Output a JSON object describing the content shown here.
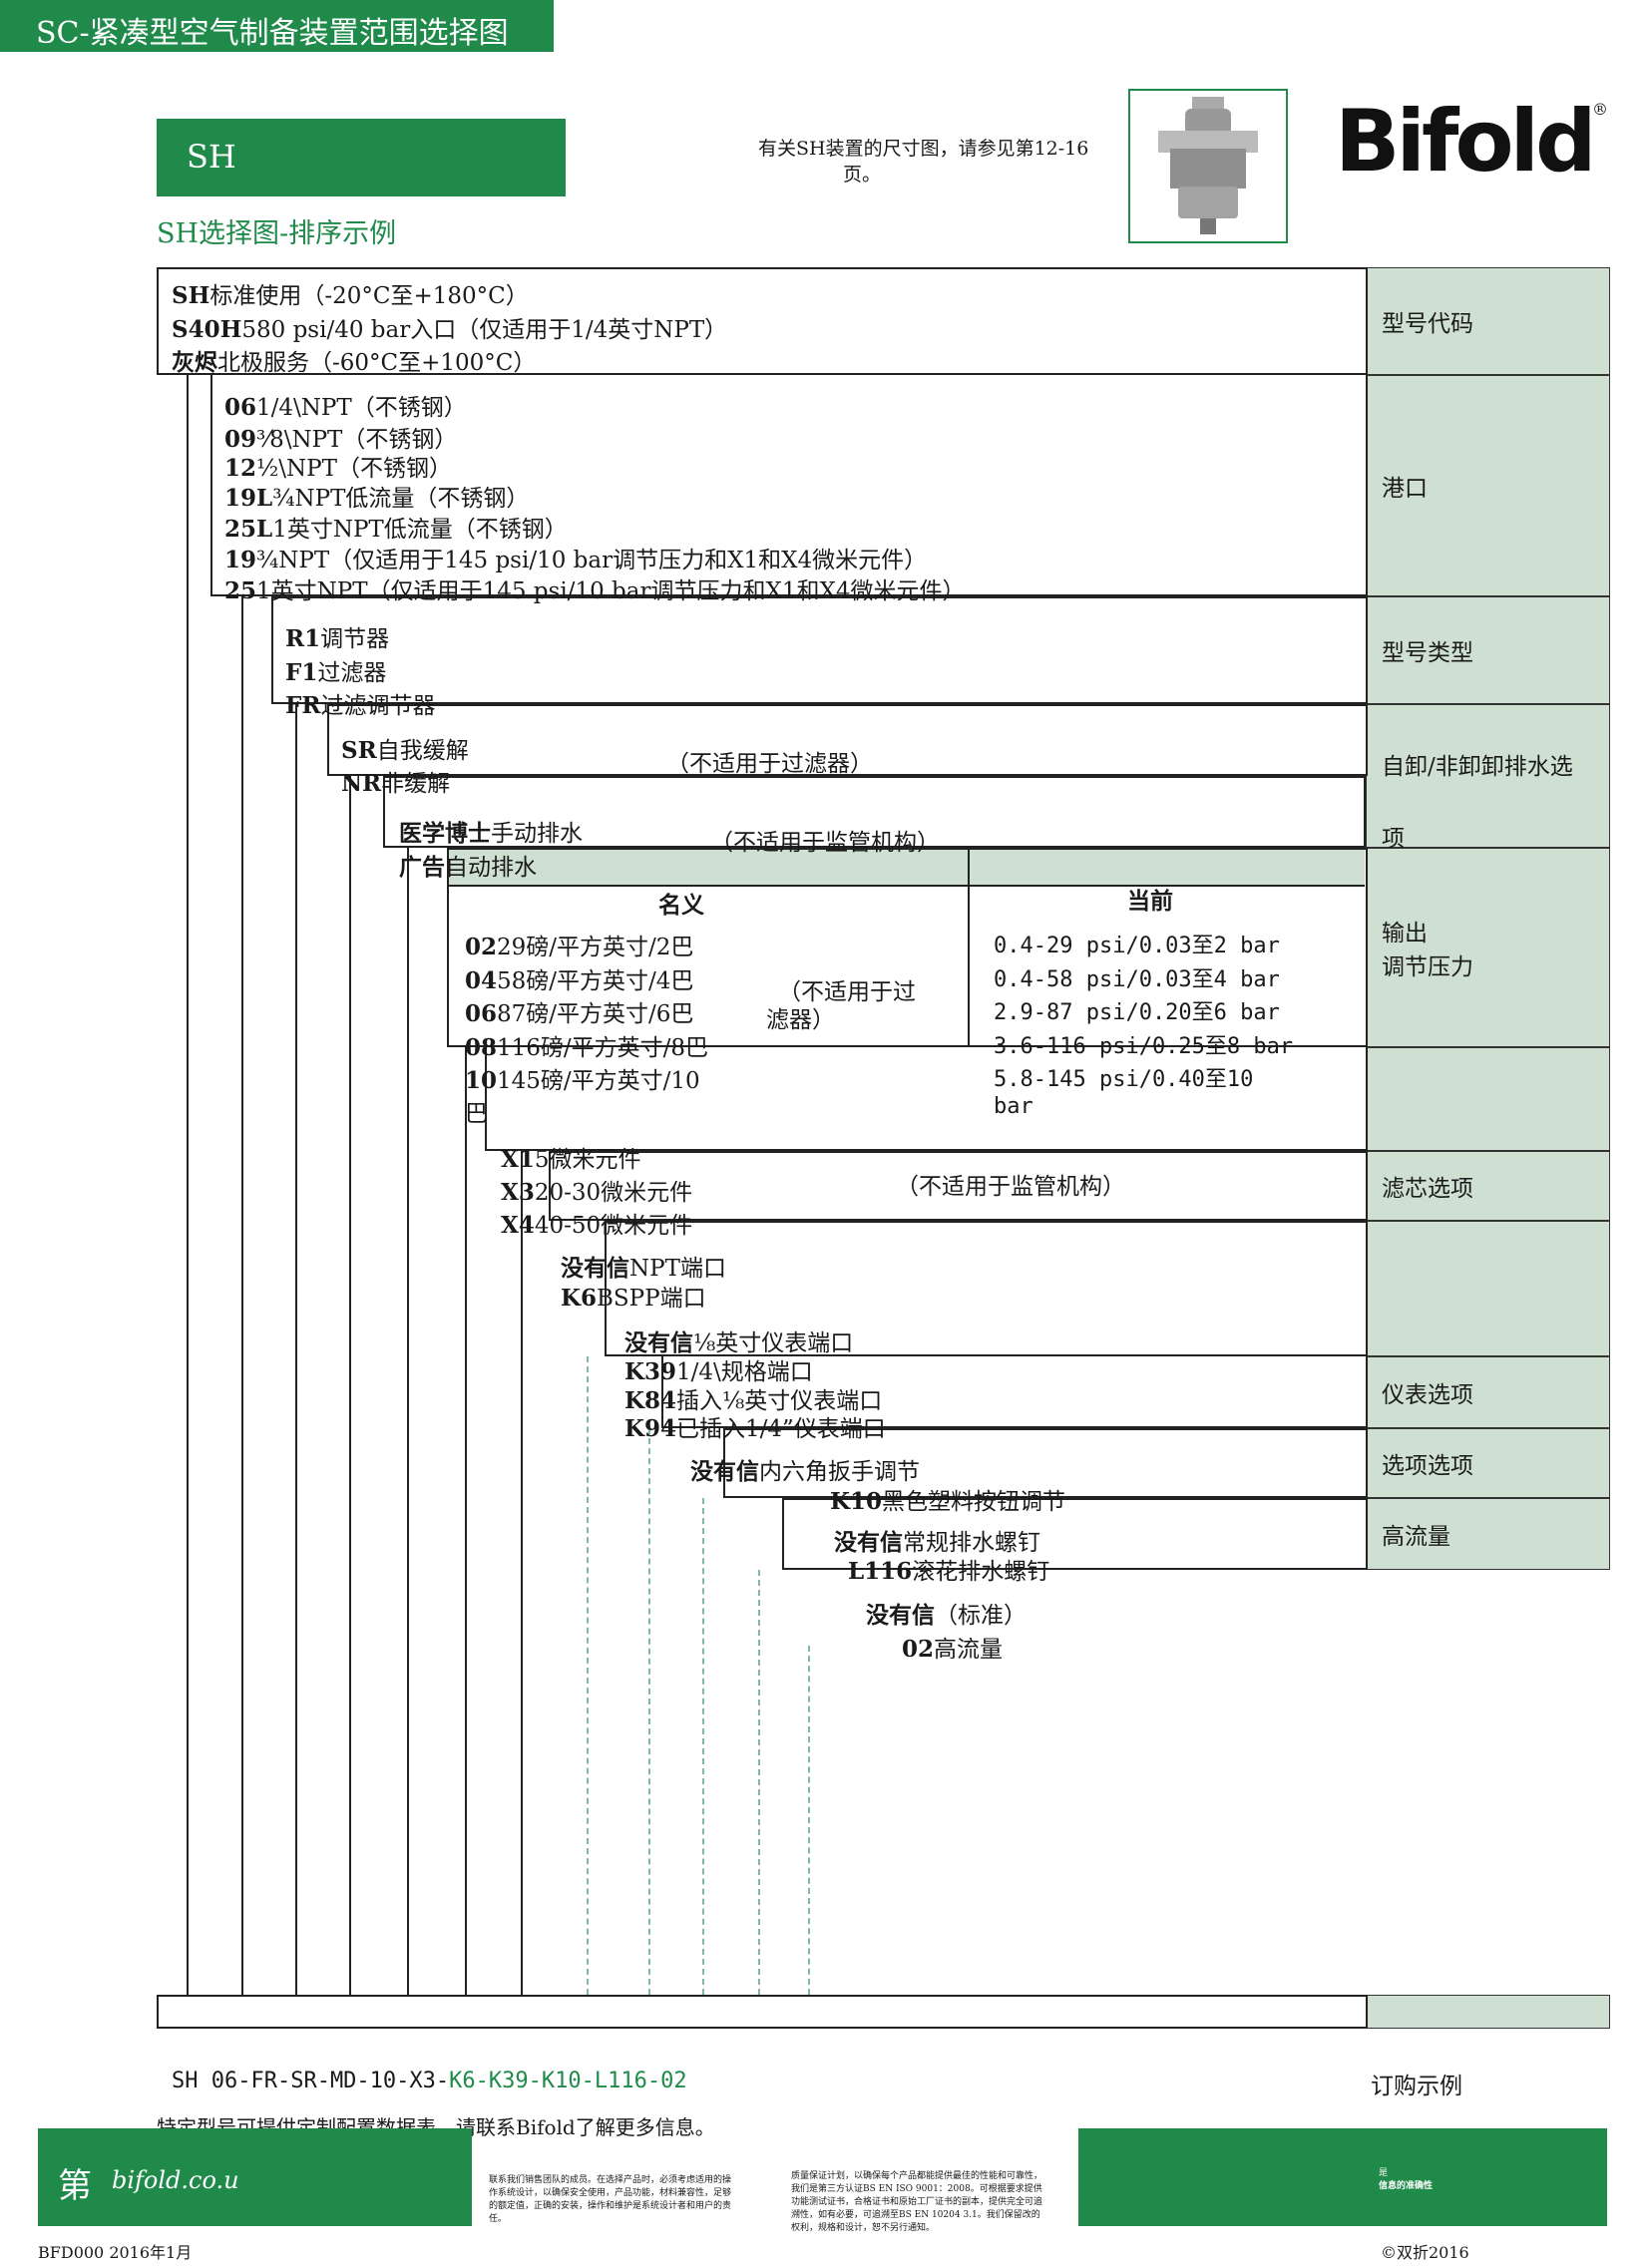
{
  "header": {
    "doc_title": "SC-紧凑型空气制备装置范围选择图",
    "section_label": "SH",
    "subtitle": "SH选择图-排序示例",
    "dimension_note_line1": "有关SH装置的尺寸图，请参见第12-16",
    "dimension_note_line2": "页。",
    "logo_text": "Bifold",
    "logo_mark": "®"
  },
  "right_labels": {
    "model_code": "型号代码",
    "port": "港口",
    "model_type": "型号类型",
    "drain_line1": "自卸/非卸卸排水选",
    "drain_line2": "项",
    "pressure_line1": "输出",
    "pressure_line2": "调节压力",
    "filter": "滤芯选项",
    "gauge": "仪表选项",
    "option": "选项选项",
    "flow": "高流量"
  },
  "groups": {
    "model": [
      {
        "code": "SH",
        "text": "标准使用（-20°C至+180°C）"
      },
      {
        "code": "S40H",
        "text": "580 psi/40 bar入口（仅适用于1/4英寸NPT）"
      },
      {
        "code": "灰烬",
        "text": "北极服务（-60°C至+100°C）"
      }
    ],
    "port": [
      {
        "code": "06",
        "text": "1/4\\NPT（不锈钢）"
      },
      {
        "code": "09",
        "text": "³⁄8\\NPT（不锈钢）"
      },
      {
        "code": "12",
        "text": "½\\NPT（不锈钢）"
      },
      {
        "code": "19L",
        "text": "¾NPT低流量（不锈钢）"
      },
      {
        "code": "25L",
        "text": "1英寸NPT低流量（不锈钢）"
      },
      {
        "code": "19",
        "text": "¾NPT（仅适用于145 psi/10 bar调节压力和X1和X4微米元件）"
      },
      {
        "code": "25",
        "text": "1英寸NPT（仅适用于145 psi/10 bar调节压力和X1和X4微米元件）"
      }
    ],
    "type": [
      {
        "code": "R1",
        "text": "调节器"
      },
      {
        "code": "F1",
        "text": "过滤器"
      },
      {
        "code": "FR",
        "text": "过滤调节器"
      }
    ],
    "relief": [
      {
        "code": "SR",
        "text": "自我缓解"
      },
      {
        "code": "NR",
        "text": "非缓解"
      }
    ],
    "relief_note": "（不适用于过滤器）",
    "drain": [
      {
        "code": "医学博士",
        "text": "手动排水"
      },
      {
        "code": "广告",
        "text": "自动排水"
      }
    ],
    "drain_note": "（不适用于监管机构）",
    "pressure_headers": {
      "nominal": "名义",
      "actual": "当前"
    },
    "pressure": [
      {
        "code": "02",
        "text": "29磅/平方英寸/2巴",
        "actual": "0.4-29 psi/0.03至2 bar"
      },
      {
        "code": "04",
        "text": "58磅/平方英寸/4巴",
        "actual": "0.4-58 psi/0.03至4 bar"
      },
      {
        "code": "06",
        "text": "87磅/平方英寸/6巴",
        "actual": "2.9-87 psi/0.20至6 bar"
      },
      {
        "code": "08",
        "text": "116磅/平方英寸/8巴",
        "actual": "3.6-116 psi/0.25至8 bar"
      },
      {
        "code": "10",
        "text": "145磅/平方英寸/10",
        "actual": "5.8-145 psi/0.40至10"
      }
    ],
    "pressure_wrap_1": "巴",
    "pressure_wrap_2": "bar",
    "pressure_note_line1": "（不适用于过",
    "pressure_note_line2": "滤器）",
    "filter": [
      {
        "code": "X1",
        "text": "5微米元件"
      },
      {
        "code": "X3",
        "text": "20-30微米元件"
      },
      {
        "code": "X4",
        "text": "40-50微米元件"
      }
    ],
    "filter_note": "（不适用于监管机构）",
    "port_option": [
      {
        "code": "没有信",
        "text": "NPT端口"
      },
      {
        "code": "K6",
        "text": "BSPP端口"
      }
    ],
    "gauge": [
      {
        "code": "没有信",
        "text": "⅛英寸仪表端口"
      },
      {
        "code": "K39",
        "text": "1/4\\规格端口"
      },
      {
        "code": "K84",
        "text": "插入⅛英寸仪表端口"
      },
      {
        "code": "K94",
        "text": "已插入1/4”仪表端口"
      }
    ],
    "adjust": [
      {
        "code": "没有信",
        "text": "内六角扳手调节"
      },
      {
        "code": "K10",
        "text": "黑色塑料按钮调节"
      }
    ],
    "drain_screw": [
      {
        "code": "没有信",
        "text": "常规排水螺钉"
      },
      {
        "code": "L116",
        "text": "滚花排水螺钉"
      }
    ],
    "flow": [
      {
        "code": "没有信",
        "text": "（标准）"
      },
      {
        "code": "02",
        "text": "高流量"
      }
    ]
  },
  "example": {
    "prefix": "SH 06-FR-SR-MD-10-X3-",
    "suffix_parts": [
      "K6",
      "-",
      "K39",
      "-",
      "K10",
      "-",
      "L116",
      "-02"
    ],
    "label": "订购示例"
  },
  "footer": {
    "contact_note": "特定型号可提供定制配置数据表，请联系Bifold了解更多信息。",
    "brand_char": "第",
    "website": "bifold.co.u",
    "sales_text": "联系我们销售团队的成员。在选择产品时，必须考虑适用的操作系统设计，以确保安全使用，产品功能，材料兼容性，足够的额定值，正确的安装，操作和维护是系统设计者和用户的责任。",
    "quality_text": "质量保证计划，以确保每个产品都能提供最佳的性能和可靠性，我们是第三方认证BS EN ISO 9001：2008。可根据要求提供功能测试证书，合格证书和原始工厂证书的副本，提供完全可追溯性，如有必要，可追溯至BS EN 10204 3.1。我们保留改的权利，规格和设计，恕不另行通知。",
    "green_box_line1": "是",
    "green_box_line2": "信息的准确性",
    "doc_ref": "BFD000 2016年1月",
    "copyright": "©双折2016"
  }
}
